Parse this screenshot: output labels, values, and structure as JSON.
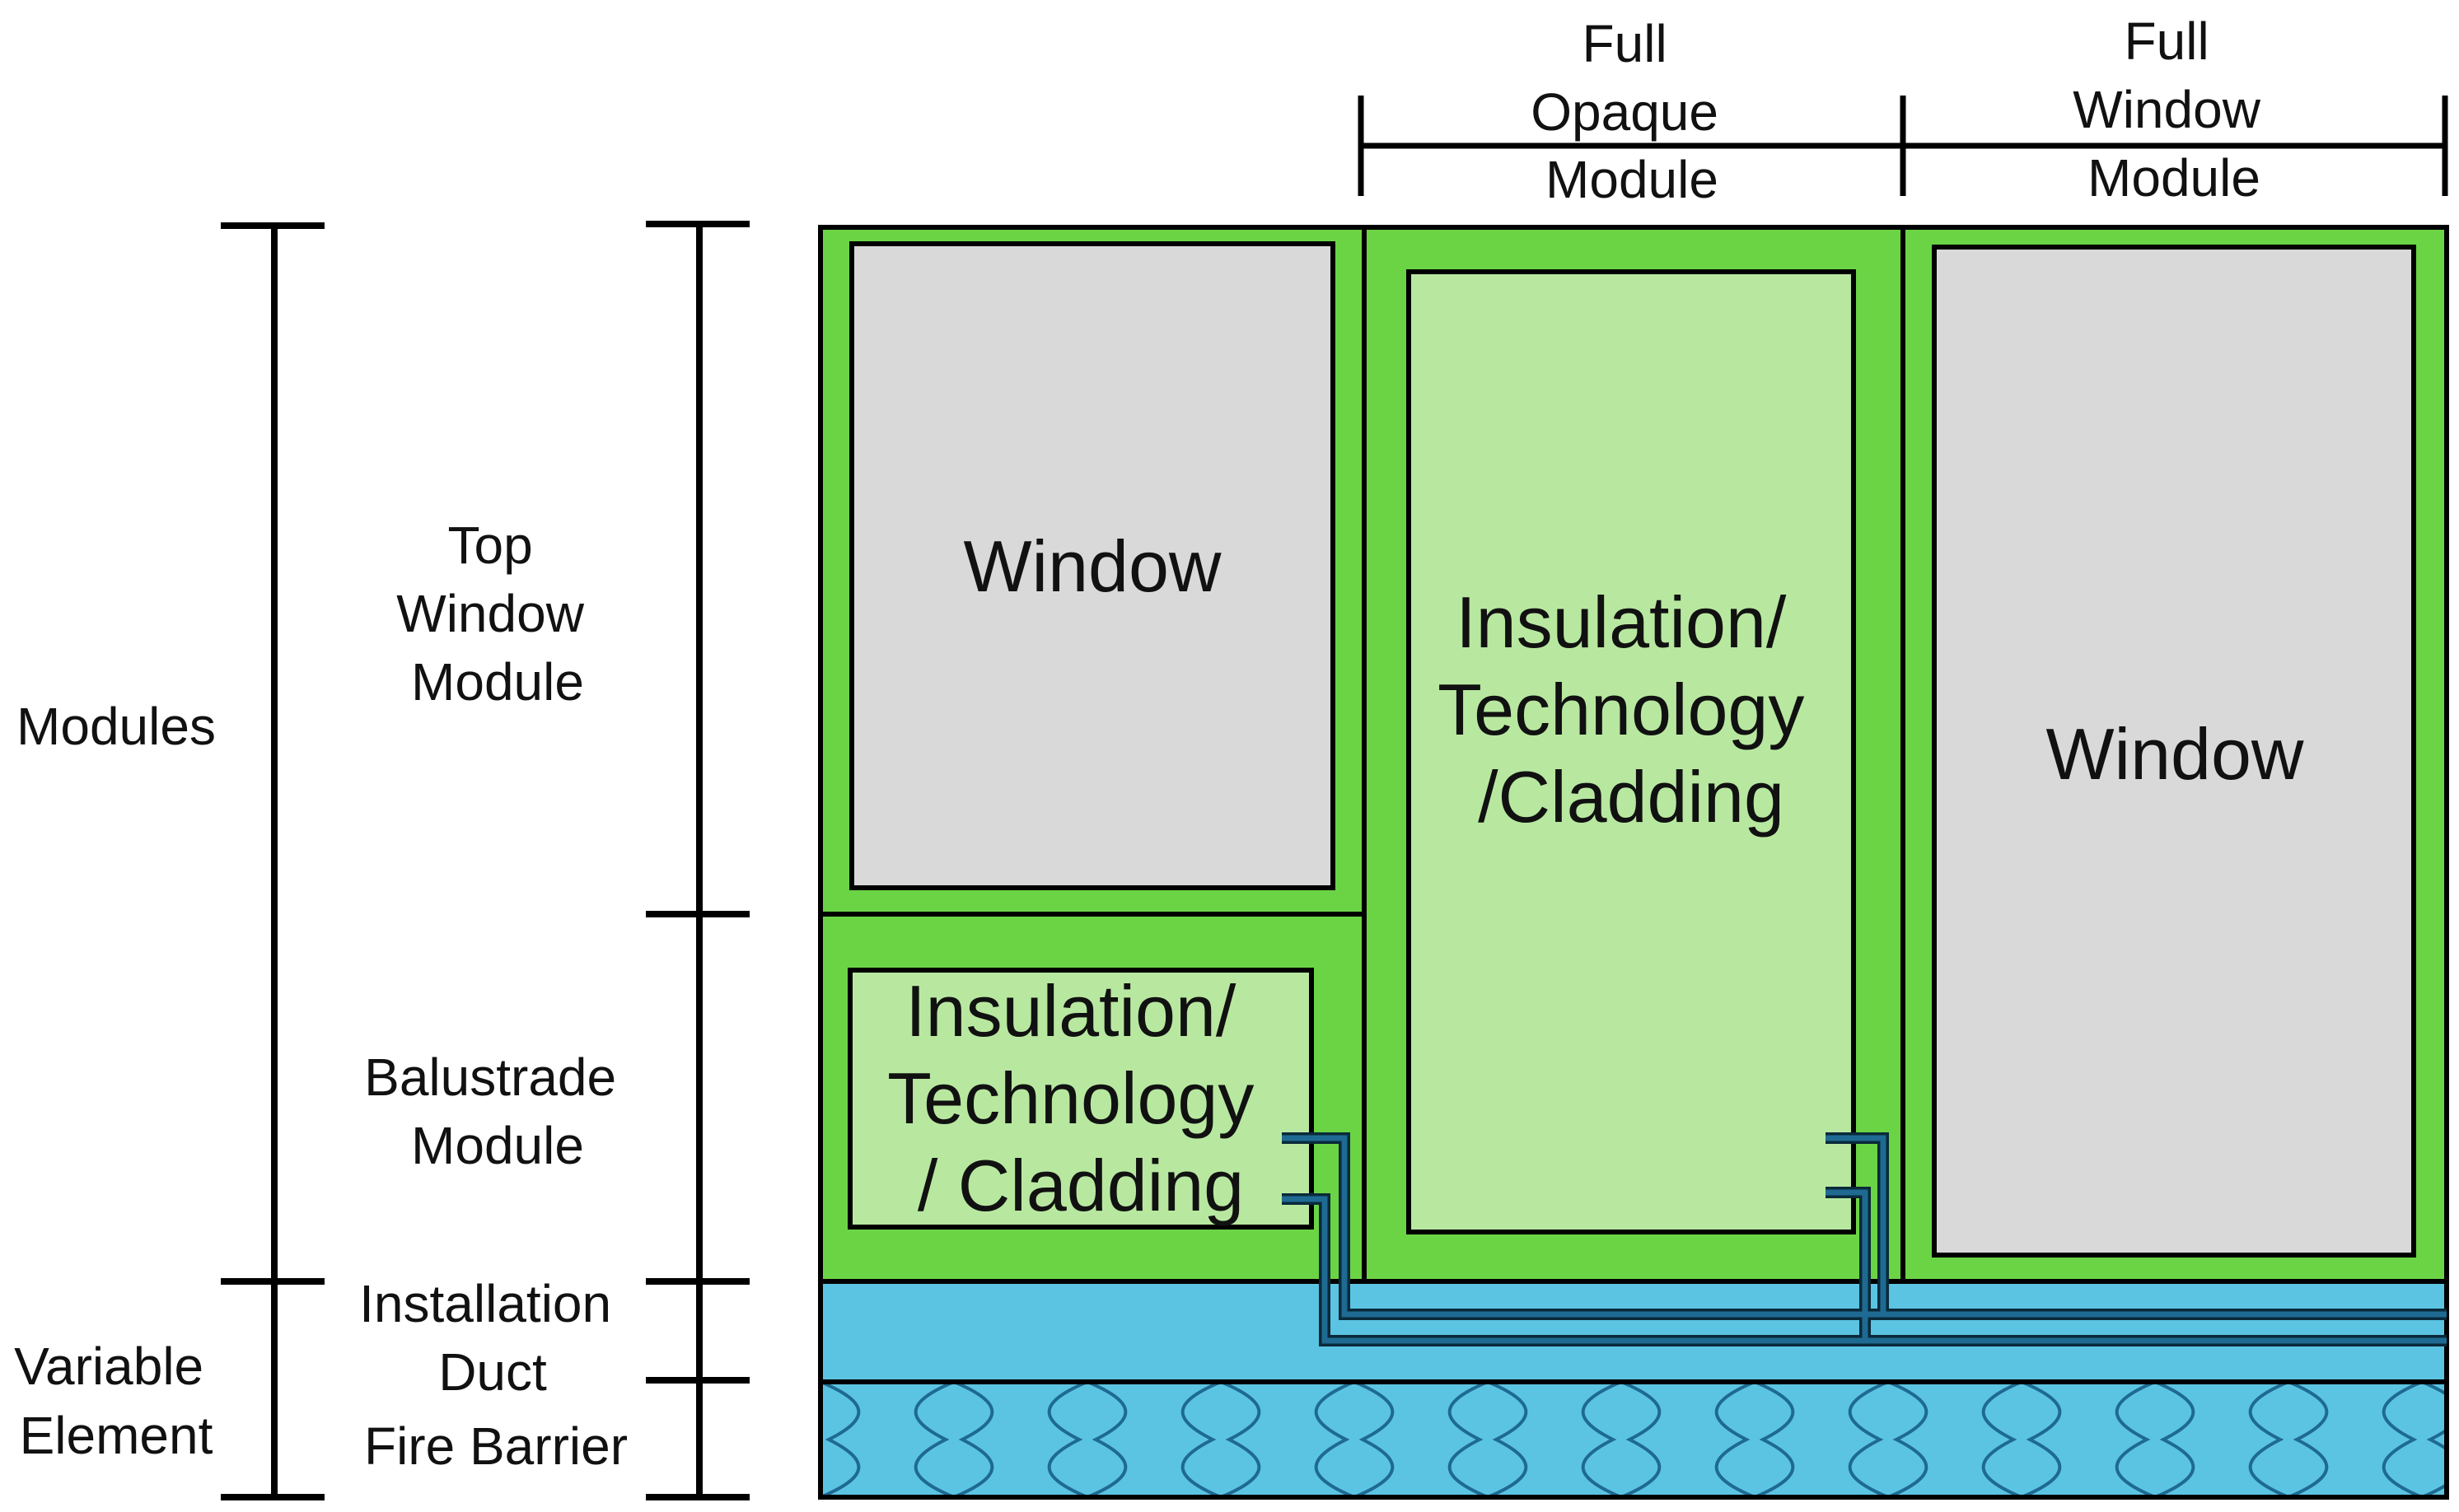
{
  "colors": {
    "module_green": "#6bd445",
    "insulation_green": "#b8e8a0",
    "window_gray": "#d9d9d9",
    "duct_blue": "#5bc4e2",
    "pipe_blue": "#1e6a92",
    "outline": "#000000"
  },
  "top_labels": {
    "full_opaque_module": [
      "Full",
      "Opaque",
      "Module"
    ],
    "full_window_module": [
      "Full",
      "Window",
      "Module"
    ]
  },
  "left_labels": {
    "modules": "Modules",
    "variable_element": [
      "Variable",
      "Element"
    ],
    "top_window_module": [
      "Top",
      "Window",
      "Module"
    ],
    "balustrade_module": [
      "Balustrade",
      "Module"
    ],
    "installation_duct": [
      "Installation",
      "Duct"
    ],
    "fire_barrier": "Fire Barrier"
  },
  "panels": {
    "top_window": "Window",
    "balustrade": [
      "Insulation/",
      "Technology",
      "/ Cladding"
    ],
    "opaque": [
      "Insulation/",
      "Technology",
      "/Cladding"
    ],
    "full_window": "Window"
  }
}
